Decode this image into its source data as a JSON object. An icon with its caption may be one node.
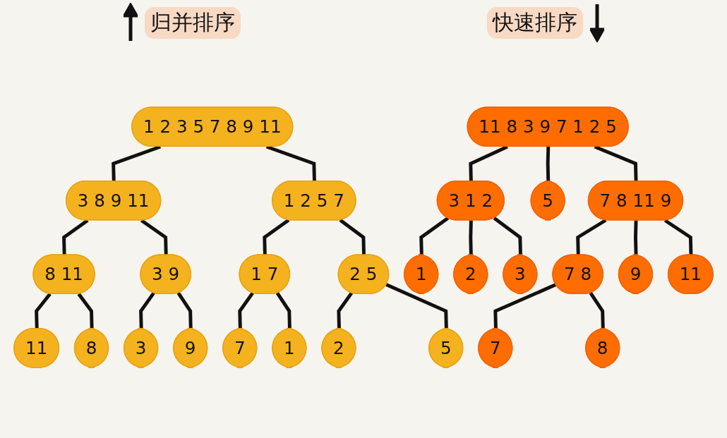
{
  "diagram": {
    "nodes": [
      {
        "text": [
          "1 2 3 5 7 8 9 11"
        ]
      },
      {
        "text": [
          "3 8 9 11"
        ]
      },
      {
        "text": [
          "1 2 5 7"
        ]
      },
      {
        "text": [
          "8 11"
        ]
      },
      {
        "text": [
          "3 9"
        ]
      },
      {
        "text": [
          "1 7"
        ]
      },
      {
        "text": [
          "2 5"
        ]
      },
      {
        "text": [
          "11"
        ]
      },
      {
        "text": [
          "8"
        ]
      },
      {
        "text": [
          "3"
        ]
      },
      {
        "text": [
          "9"
        ]
      },
      {
        "text": [
          "7"
        ]
      },
      {
        "text": [
          "1"
        ]
      },
      {
        "text": [
          "2"
        ]
      },
      {
        "text": [
          "5"
        ]
      },
      {
        "text": [
          "11 8 3 9 7 1 2 5"
        ]
      },
      {
        "text": [
          "3 1 2"
        ]
      },
      {
        "text": [
          "5"
        ]
      },
      {
        "text": [
          "7 8 11 9"
        ]
      },
      {
        "text": [
          "1"
        ]
      },
      {
        "text": [
          "2"
        ]
      },
      {
        "text": [
          "3"
        ]
      },
      {
        "text": [
          "7 8"
        ]
      },
      {
        "text": [
          "9"
        ]
      },
      {
        "text": [
          "11"
        ]
      },
      {
        "text": [
          "7"
        ]
      },
      {
        "text": [
          "8"
        ]
      }
    ],
    "edges": [
      {
        "from": 0,
        "to": 1,
        "arrow": "none"
      },
      {
        "from": 0,
        "to": 2,
        "arrow": "none"
      },
      {
        "from": 1,
        "to": 3,
        "arrow": "none"
      },
      {
        "from": 1,
        "to": 4,
        "arrow": "none"
      },
      {
        "from": 2,
        "to": 5,
        "arrow": "none"
      },
      {
        "from": 2,
        "to": 6,
        "arrow": "none"
      },
      {
        "from": 3,
        "to": 7,
        "arrow": "none"
      },
      {
        "from": 3,
        "to": 8,
        "arrow": "none"
      },
      {
        "from": 4,
        "to": 9,
        "arrow": "none"
      },
      {
        "from": 4,
        "to": 10,
        "arrow": "none"
      },
      {
        "from": 5,
        "to": 11,
        "arrow": "none"
      },
      {
        "from": 5,
        "to": 12,
        "arrow": "none"
      },
      {
        "from": 6,
        "to": 13,
        "arrow": "none"
      },
      {
        "from": 6,
        "to": 14,
        "arrow": "none"
      },
      {
        "from": 15,
        "to": 16,
        "arrow": "none"
      },
      {
        "from": 15,
        "to": 17,
        "arrow": "none"
      },
      {
        "from": 15,
        "to": 18,
        "arrow": "none"
      },
      {
        "from": 16,
        "to": 19,
        "arrow": "none"
      },
      {
        "from": 16,
        "to": 20,
        "arrow": "none"
      },
      {
        "from": 16,
        "to": 21,
        "arrow": "none"
      },
      {
        "from": 18,
        "to": 22,
        "arrow": "none"
      },
      {
        "from": 18,
        "to": 23,
        "arrow": "none"
      },
      {
        "from": 18,
        "to": 24,
        "arrow": "none"
      },
      {
        "from": 22,
        "to": 25,
        "arrow": "none"
      },
      {
        "from": 22,
        "to": 26,
        "arrow": "none"
      }
    ],
    "labels": [
      "归并排序",
      "快速排序"
    ]
  }
}
